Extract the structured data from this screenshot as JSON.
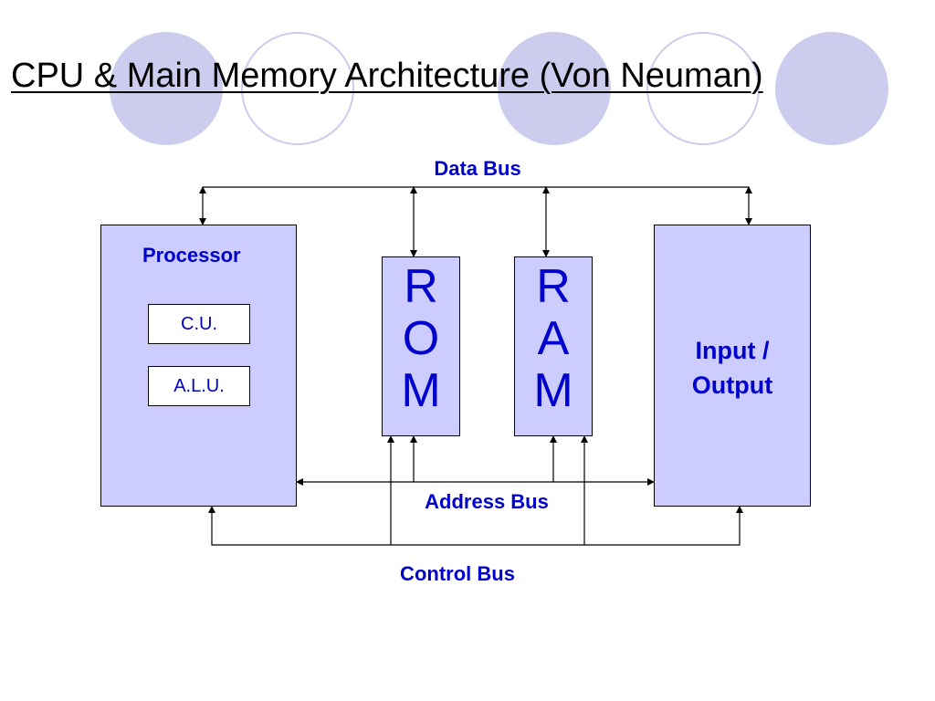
{
  "title": "CPU & Main Memory Architecture (Von Neuman)",
  "processor": {
    "label": "Processor",
    "units": [
      "C.U.",
      "A.L.U."
    ]
  },
  "rom": {
    "letters": [
      "R",
      "O",
      "M"
    ]
  },
  "ram": {
    "letters": [
      "R",
      "A",
      "M"
    ]
  },
  "io": {
    "label_line1": "Input /",
    "label_line2": "Output"
  },
  "buses": {
    "data": "Data Bus",
    "address": "Address Bus",
    "control": "Control Bus"
  },
  "colors": {
    "accent_text": "#0000cc",
    "box_fill": "#ccccff",
    "decoration": "#ccccee"
  }
}
